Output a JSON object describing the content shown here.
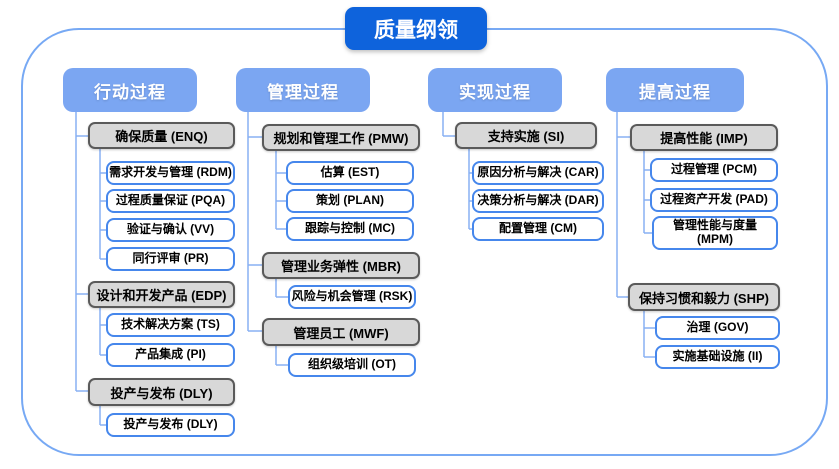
{
  "title": "质量纲领",
  "columns": [
    {
      "header": "行动过程",
      "groups": [
        {
          "label": "确保质量 (ENQ)",
          "children": [
            "需求开发与管理 (RDM)",
            "过程质量保证 (PQA)",
            "验证与确认 (VV)",
            "同行评审 (PR)"
          ]
        },
        {
          "label": "设计和开发产品 (EDP)",
          "children": [
            "技术解决方案 (TS)",
            "产品集成 (PI)"
          ]
        },
        {
          "label": "投产与发布 (DLY)",
          "children": [
            "投产与发布 (DLY)"
          ]
        }
      ]
    },
    {
      "header": "管理过程",
      "groups": [
        {
          "label": "规划和管理工作 (PMW)",
          "children": [
            "估算 (EST)",
            "策划 (PLAN)",
            "跟踪与控制 (MC)"
          ]
        },
        {
          "label": "管理业务弹性 (MBR)",
          "children": [
            "风险与机会管理 (RSK)"
          ]
        },
        {
          "label": "管理员工 (MWF)",
          "children": [
            "组织级培训 (OT)"
          ]
        }
      ]
    },
    {
      "header": "实现过程",
      "groups": [
        {
          "label": "支持实施 (SI)",
          "children": [
            "原因分析与解决 (CAR)",
            "决策分析与解决 (DAR)",
            "配置管理 (CM)"
          ]
        }
      ]
    },
    {
      "header": "提高过程",
      "groups": [
        {
          "label": "提高性能 (IMP)",
          "children": [
            "过程管理 (PCM)",
            "过程资产开发 (PAD)",
            "管理性能与度量 (MPM)"
          ]
        },
        {
          "label": "保持习惯和毅力 (SHP)",
          "children": [
            "治理 (GOV)",
            "实施基础设施 (II)"
          ]
        }
      ]
    }
  ],
  "colors": {
    "title_bg": "#0e63dc",
    "header_bg": "#7ba6f2",
    "group_bg": "#d8d8d8",
    "group_border": "#5a5a5a",
    "leaf_border": "#4687ec",
    "line": "#88b0f3",
    "frame": "#77a9f4"
  }
}
